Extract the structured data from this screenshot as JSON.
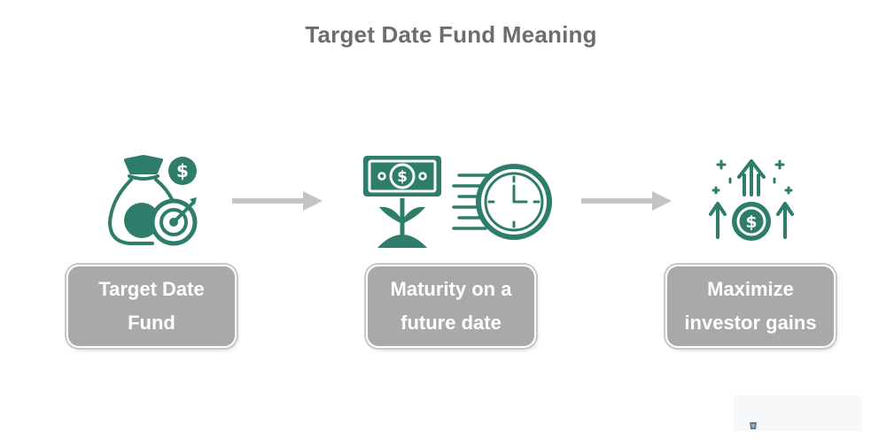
{
  "title": "Target Date Fund Meaning",
  "colors": {
    "accent": "#2e7d6b",
    "box_fill": "#a9a9a9",
    "box_text": "#ffffff",
    "title_text": "#6d6d6d",
    "arrow": "#c4c4c4"
  },
  "steps": [
    {
      "label_line1": "Target Date",
      "label_line2": "Fund",
      "icon": "money-bag-target-icon"
    },
    {
      "label_line1": "Maturity on a",
      "label_line2": "future date",
      "icon": "money-plant-clock-icon"
    },
    {
      "label_line1": "Maximize",
      "label_line2": "investor gains",
      "icon": "coin-growth-arrows-icon"
    }
  ]
}
